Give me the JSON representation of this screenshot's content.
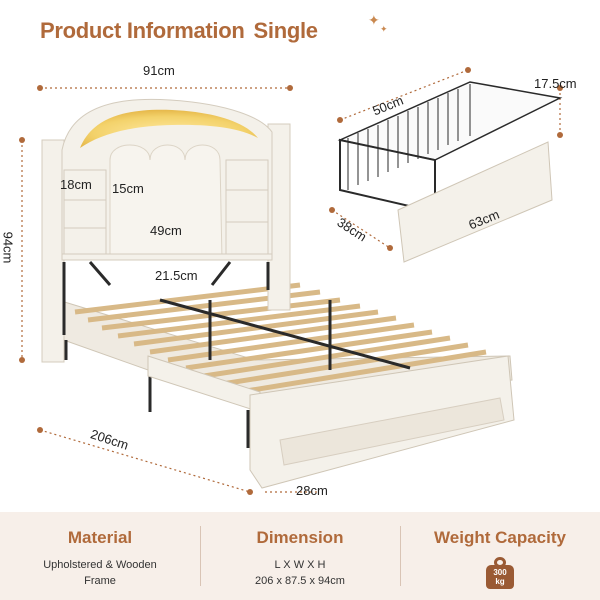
{
  "header": {
    "title_main": "Product Information",
    "title_variant": "Single"
  },
  "dimensions": {
    "width": "91cm",
    "headboard_height": "94cm",
    "length": "206cm",
    "footboard_height": "28cm",
    "shelf_width": "18cm",
    "shelf_height": "15cm",
    "center_width": "49cm",
    "center_height": "21.5cm",
    "drawer_depth": "50cm",
    "drawer_height": "17.5cm",
    "drawer_side": "38cm",
    "drawer_length": "63cm"
  },
  "specs": {
    "material": {
      "heading": "Material",
      "line1": "Upholstered & Wooden",
      "line2": "Frame"
    },
    "dimension": {
      "heading": "Dimension",
      "line1": "L X W X H",
      "line2": "206 x 87.5 x 94cm"
    },
    "weight": {
      "heading": "Weight Capacity",
      "value": "300",
      "unit": "kg"
    }
  },
  "colors": {
    "accent": "#b06a3b",
    "panel": "#f7efe9",
    "upholstery": "#f4f1ea",
    "slat": "#e3c9a0",
    "metal": "#2a2a2a",
    "led": "#f3d26b"
  },
  "icons": [
    "sparkle-icon",
    "weight-icon"
  ]
}
